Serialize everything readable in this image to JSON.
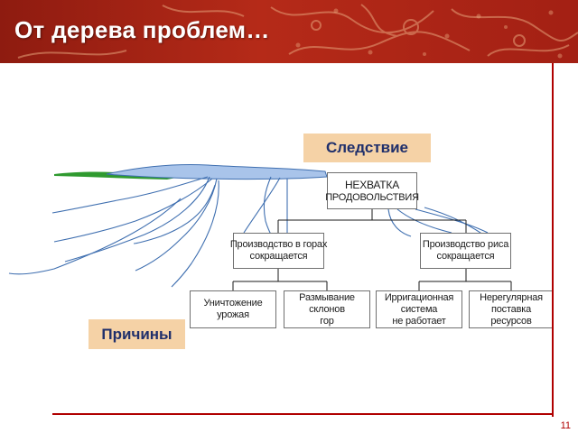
{
  "header": {
    "title": "От дерева проблем…",
    "banner_color": "#a32014",
    "pattern_color": "#e6a27a"
  },
  "labels": {
    "effect": "Следствие",
    "causes": "Причины",
    "box_color": "#f5d2a6",
    "text_color": "#1f2f6b"
  },
  "tree": {
    "root": {
      "line1": "НЕХВАТКА",
      "line2": "ПРОДОВОЛЬСТВИЯ"
    },
    "level1": [
      {
        "line1": "Производство в горах",
        "line2": "сокращается"
      },
      {
        "line1": "Производство риса",
        "line2": "сокращается"
      }
    ],
    "level2": [
      {
        "line1": "Уничтожение",
        "line2": "урожая",
        "line3": ""
      },
      {
        "line1": "Размывание",
        "line2": "склонов",
        "line3": "гор"
      },
      {
        "line1": "Ирригационная",
        "line2": "система",
        "line3": "не работает"
      },
      {
        "line1": "Нерегулярная",
        "line2": "поставка",
        "line3": "ресурсов"
      }
    ],
    "river_color": "#3f6fb0",
    "water_color": "#a9c4ea",
    "land_color": "#2f9a2f"
  },
  "footer": {
    "page_number": "11",
    "rule_color": "#b00000"
  }
}
